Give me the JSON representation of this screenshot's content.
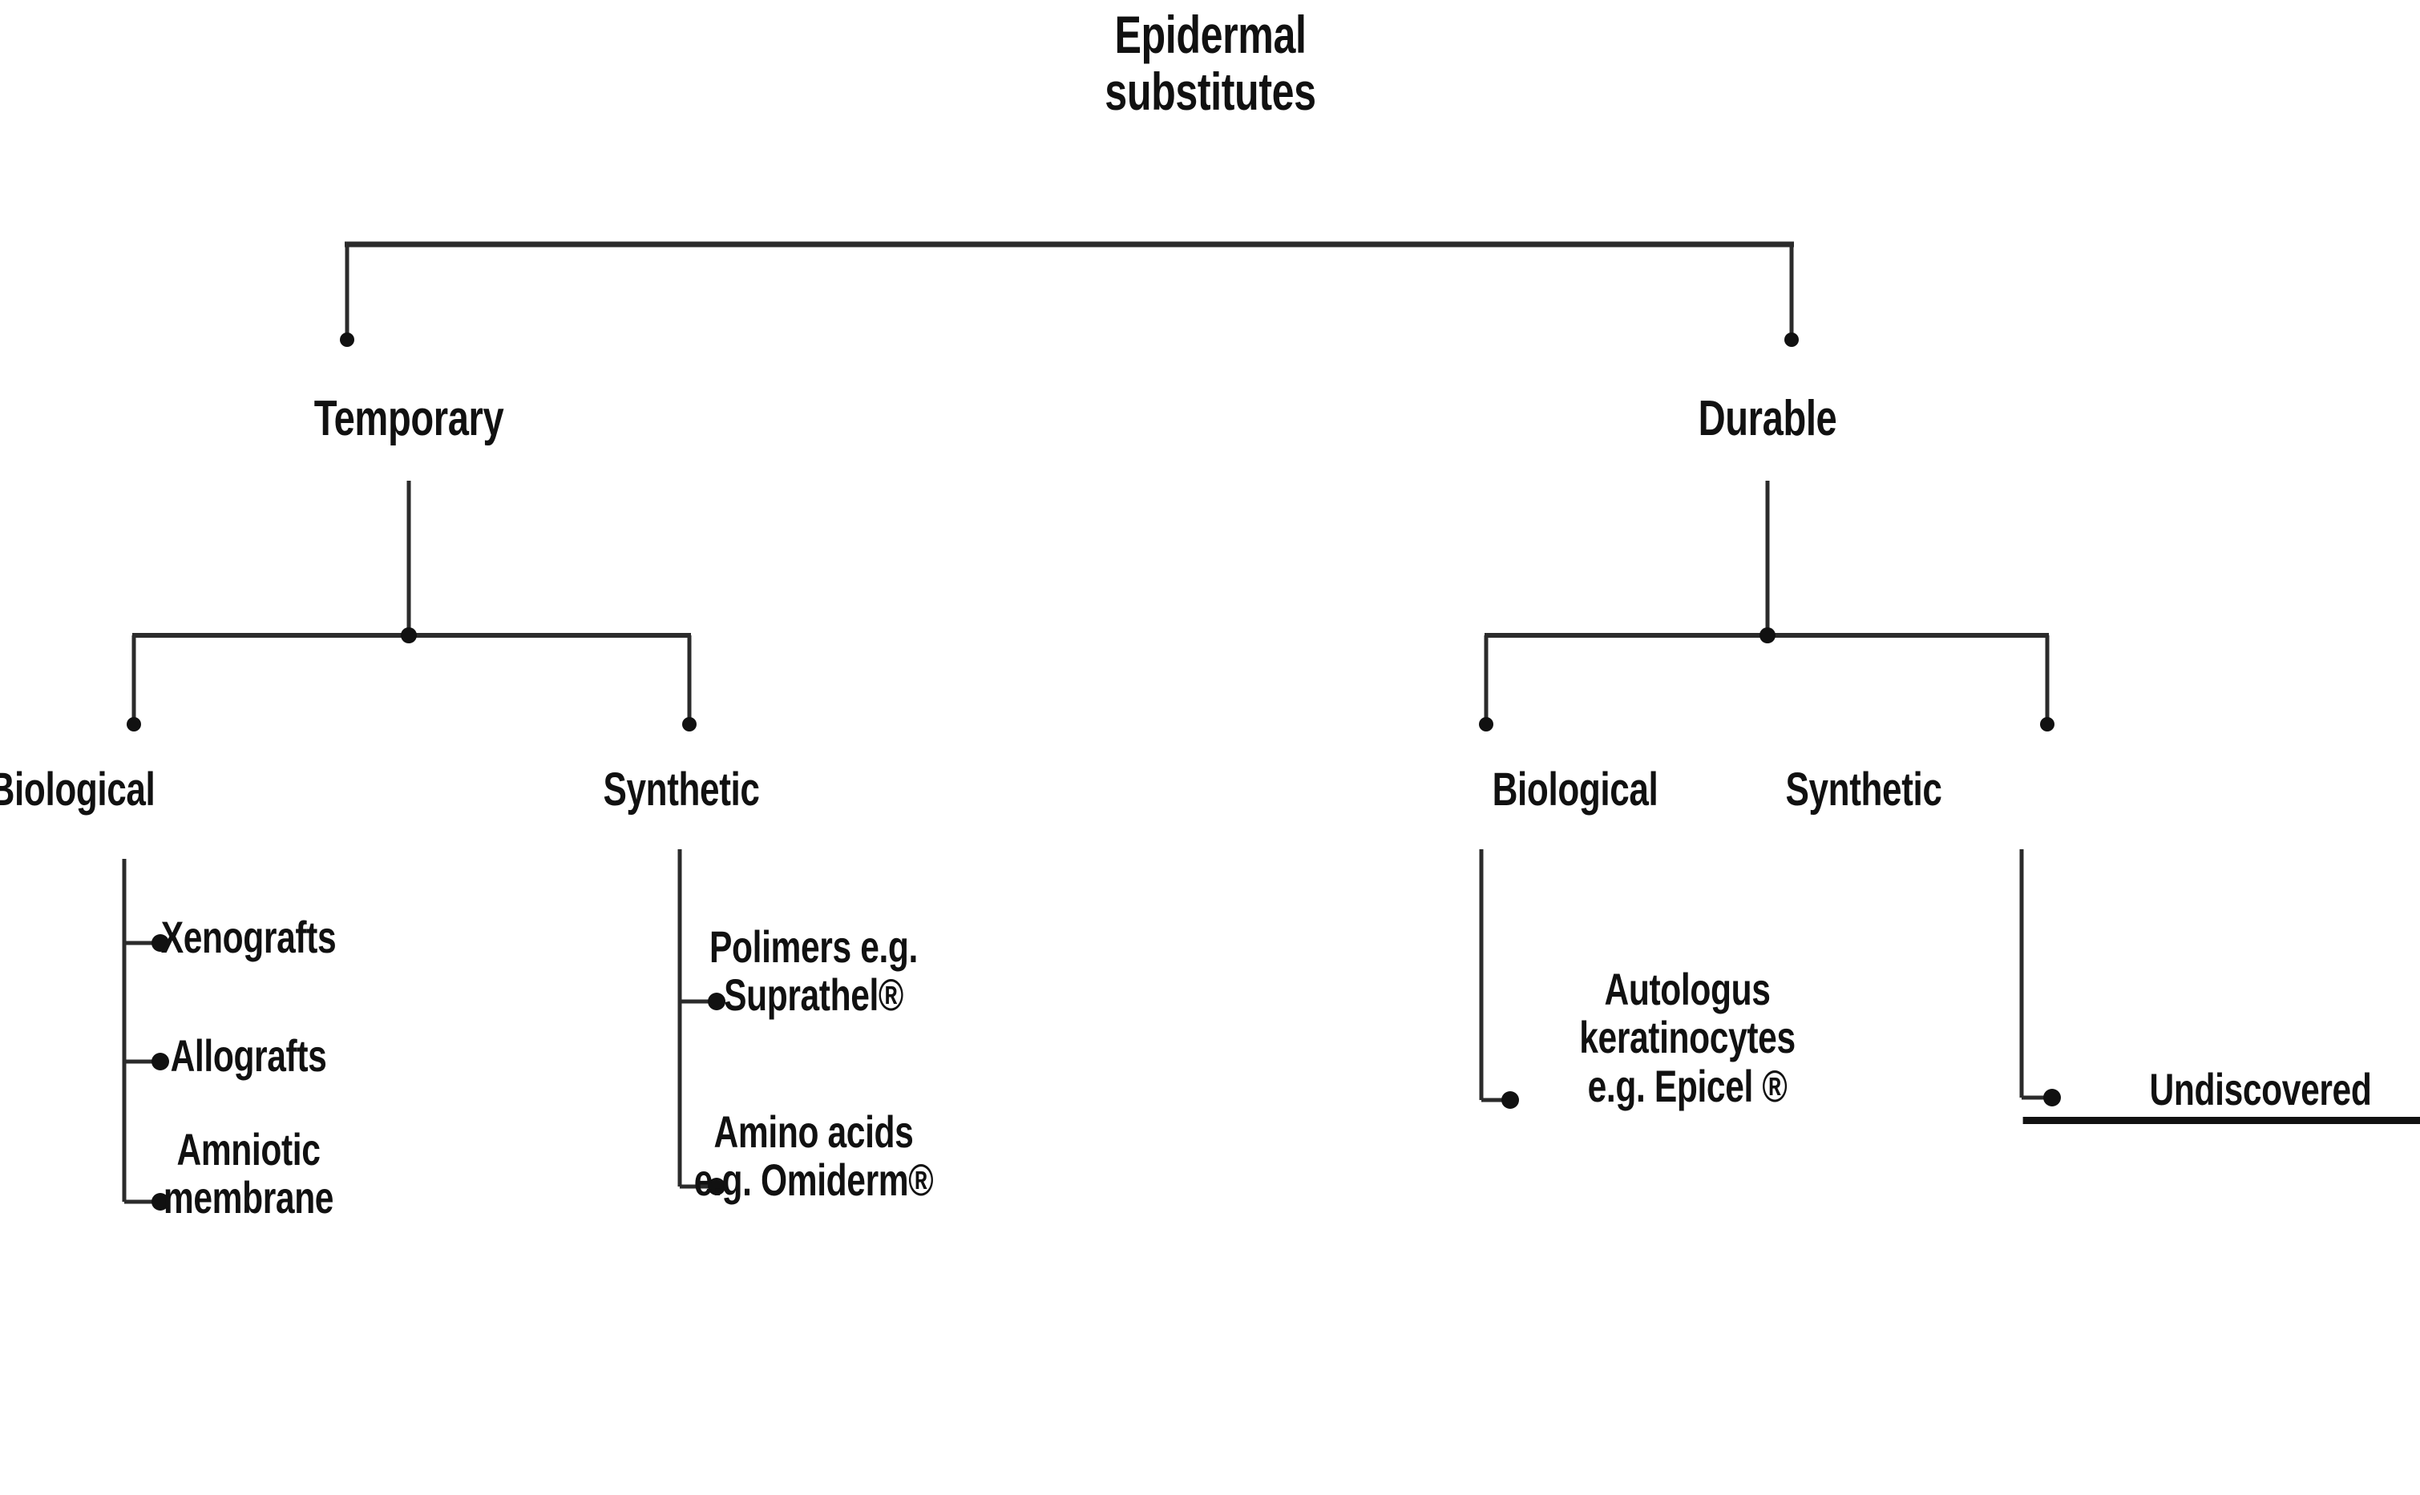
{
  "diagram": {
    "title": "Epidermal substitutes",
    "type": "tree",
    "root": {
      "label": "Epidermal\nsubstitutes",
      "name": "root-epidermal-substitutes"
    },
    "level2": [
      {
        "label": "Temporary",
        "name": "node-temporary"
      },
      {
        "label": "Durable",
        "name": "node-durable"
      }
    ],
    "level3": [
      {
        "label": "Biological",
        "name": "node-temporary-biological",
        "parent": "Temporary"
      },
      {
        "label": "Synthetic",
        "name": "node-temporary-synthetic",
        "parent": "Temporary"
      },
      {
        "label": "Biological",
        "name": "node-durable-biological",
        "parent": "Durable"
      },
      {
        "label": "Synthetic",
        "name": "node-durable-synthetic",
        "parent": "Durable"
      }
    ],
    "leaves": {
      "temporary_biological": [
        {
          "label": "Xenografts",
          "name": "leaf-xenografts",
          "underlined": false
        },
        {
          "label": "Allografts",
          "name": "leaf-allografts",
          "underlined": false
        },
        {
          "label": "Amniotic\nmembrane",
          "name": "leaf-amniotic-membrane",
          "underlined": false
        }
      ],
      "temporary_synthetic": [
        {
          "label": "Polimers e.g.\nSuprathel®",
          "name": "leaf-polimers-suprathel",
          "underlined": false
        },
        {
          "label": "Amino acids\ne.g. Omiderm®",
          "name": "leaf-amino-acids-omiderm",
          "underlined": false
        }
      ],
      "durable_biological": [
        {
          "label": "Autologus\nkeratinocytes\ne.g. Epicel ®",
          "name": "leaf-autologus-keratinocytes-epicel",
          "underlined": false
        }
      ],
      "durable_synthetic": [
        {
          "label": "Undiscovered",
          "name": "leaf-undiscovered",
          "underlined": true
        }
      ]
    },
    "colors": {
      "background": "#ffffff",
      "text": "#111111",
      "edge": "#2b2b2b"
    }
  }
}
